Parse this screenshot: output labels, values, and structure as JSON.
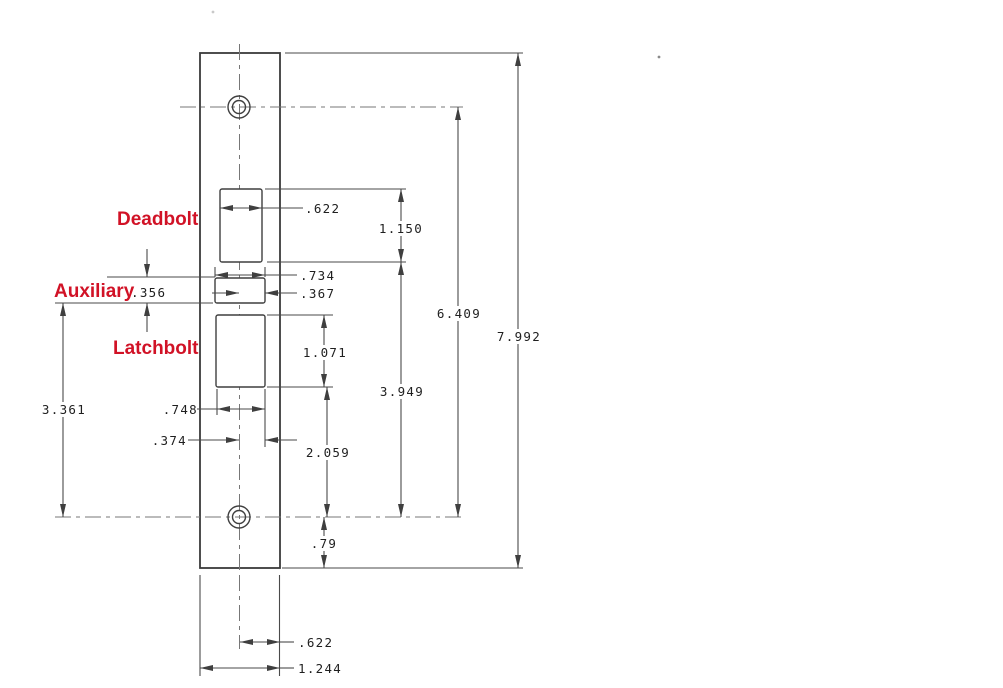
{
  "drawing": {
    "title_context": "strike-plate dimension drawing",
    "labels": {
      "deadbolt": "Deadbolt",
      "auxiliary": "Auxiliary",
      "latchbolt": "Latchbolt"
    },
    "dimensions": {
      "deadbolt_width": ".622",
      "deadbolt_slot_height": "1.150",
      "auxiliary_width": ".734",
      "auxiliary_half_width": ".367",
      "auxiliary_height": ".356",
      "latchbolt_slot_height": "1.071",
      "latchbolt_width": ".748",
      "latchbolt_half_width": ".374",
      "latchbolt_to_bottom_hole": "2.059",
      "auxiliary_to_bottom_hole": "3.361",
      "deadbolt_to_bottom_hole": "3.949",
      "hole_spacing": "6.409",
      "plate_length": "7.992",
      "bottom_hole_to_edge": ".79",
      "bottom_center_offset": ".622",
      "plate_width": "1.244"
    },
    "colors": {
      "label_red": "#d11226",
      "line_gray": "#4a4a4a",
      "background": "#ffffff"
    }
  }
}
